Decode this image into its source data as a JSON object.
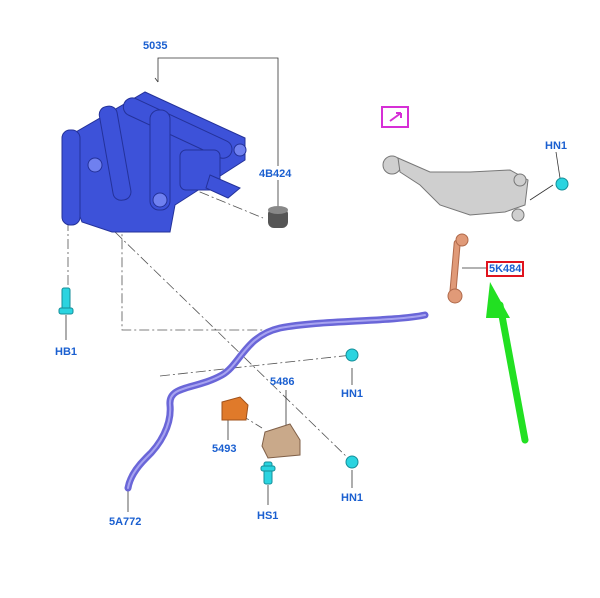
{
  "labels": {
    "p5035": "5035",
    "p4B424": "4B424",
    "hn1_top": "HN1",
    "p5K484": "5K484",
    "hb1": "HB1",
    "hn1_mid": "HN1",
    "p5486": "5486",
    "p5493": "5493",
    "hs1": "HS1",
    "hn1_bot": "HN1",
    "p5A772": "5A772"
  },
  "colors": {
    "label": "#1a5fd0",
    "subframe": "#3d52d9",
    "stabilizer_bar": "#6a66d8",
    "link": "#e09a78",
    "knuckle": "#c8c8c8",
    "bolt_nut": "#2ad4e0",
    "bracket": "#e07a2a",
    "highlight_box": "#e0141e",
    "view_icon": "#d62fd6",
    "arrow": "#22e022"
  },
  "icons": {
    "view_reference": "view-reference-icon",
    "pointer_arrow": "green-pointer-arrow"
  }
}
